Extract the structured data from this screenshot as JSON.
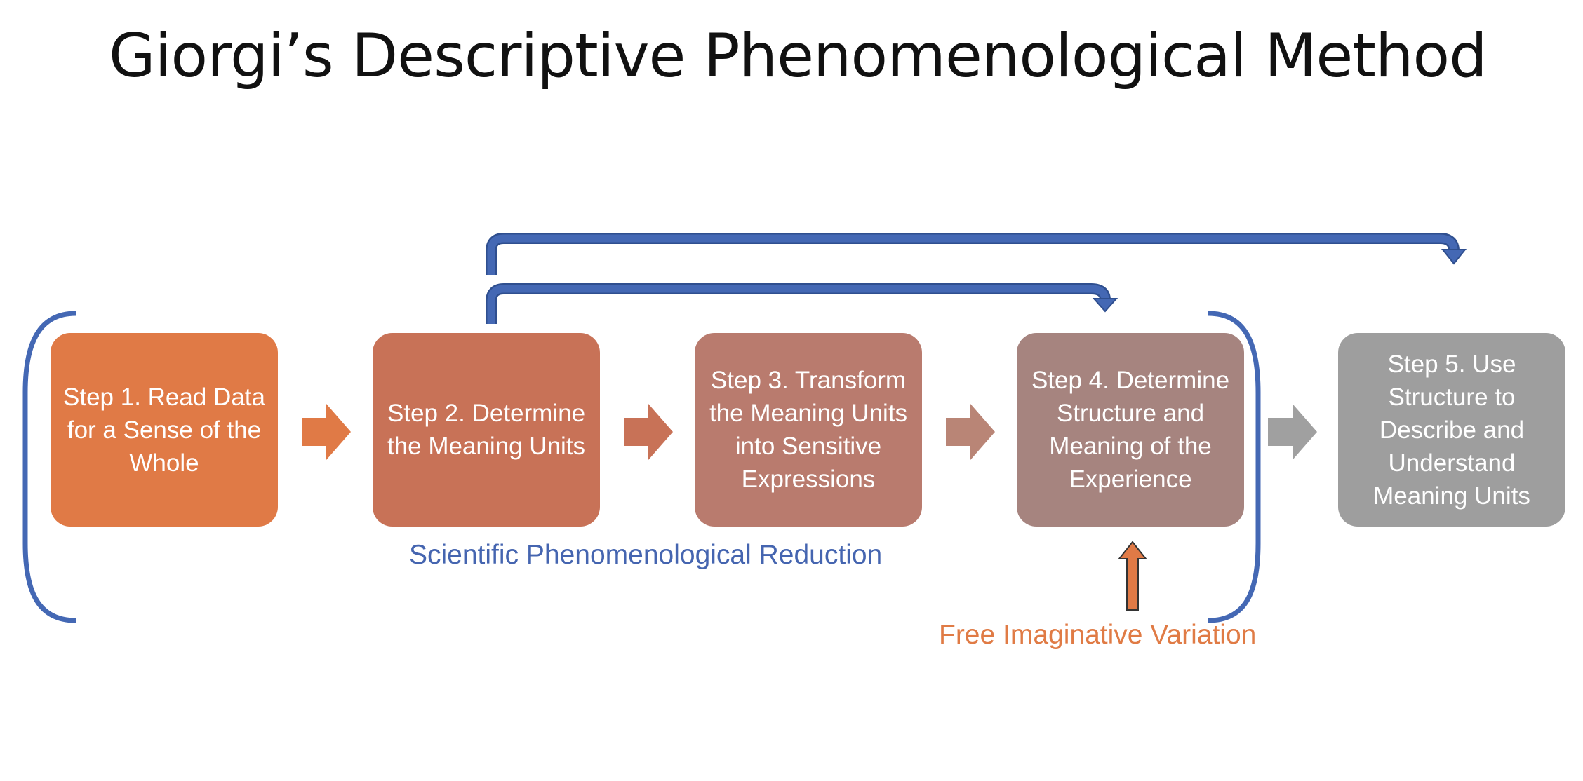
{
  "title": "Giorgi’s Descriptive Phenomenological Method",
  "steps": [
    {
      "label": "Step 1. Read Data for a Sense of the Whole",
      "color": "#E07A46"
    },
    {
      "label": "Step 2. Determine the Meaning Units",
      "color": "#C87257"
    },
    {
      "label": "Step 3. Transform the Meaning Units into Sensitive Expressions",
      "color": "#B97B6E"
    },
    {
      "label": "Step 4. Determine Structure and Meaning of the Experience",
      "color": "#A6847F"
    },
    {
      "label": "Step 5. Use Structure to Describe and Understand Meaning Units",
      "color": "#9E9E9E"
    }
  ],
  "labels": {
    "reduction": "Scientific Phenomenological Reduction",
    "variation": "Free Imaginative Variation"
  },
  "colors": {
    "blue": "#4468B4",
    "orange": "#E07A46"
  }
}
